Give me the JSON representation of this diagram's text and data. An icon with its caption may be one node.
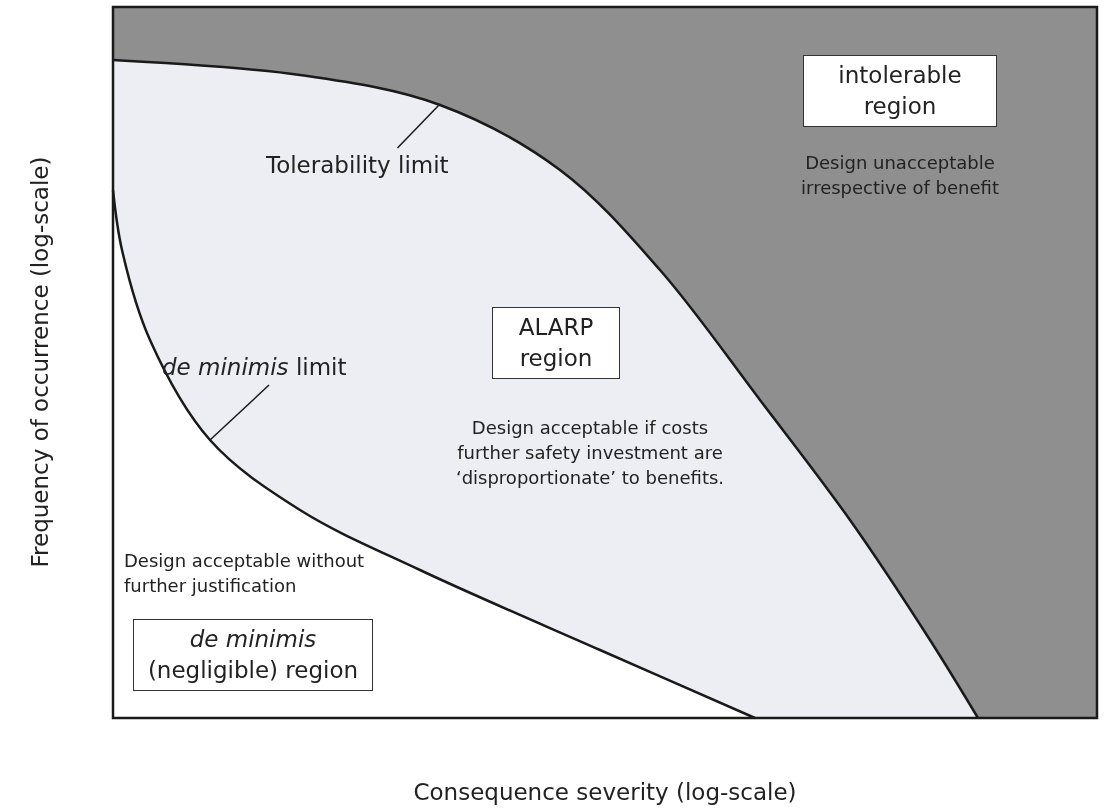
{
  "diagram": {
    "nodes": [
      {
        "text": [
          "intolerable region"
        ],
        "beside": [
          "Design unacceptable irrespective of benefit"
        ]
      },
      {
        "text": [
          "Tolerability limit"
        ]
      },
      {
        "text": [
          "ALARP region"
        ],
        "beside": [
          "Design acceptable if costs further safety investment are ‘disproportionate’ to benefits."
        ]
      },
      {
        "text": [
          "*de minimis* limit"
        ]
      },
      {
        "text": [
          "*de minimis* (negligible) region"
        ],
        "beside": [
          "Design acceptable without further justification"
        ]
      }
    ],
    "edges": [
      {
        "from": 1,
        "to": null,
        "arrow": "none"
      },
      {
        "from": 3,
        "to": null,
        "arrow": "none"
      }
    ],
    "labels": [
      "Frequency of occurrence (log-scale)",
      "Consequence severity (log-scale)"
    ]
  }
}
